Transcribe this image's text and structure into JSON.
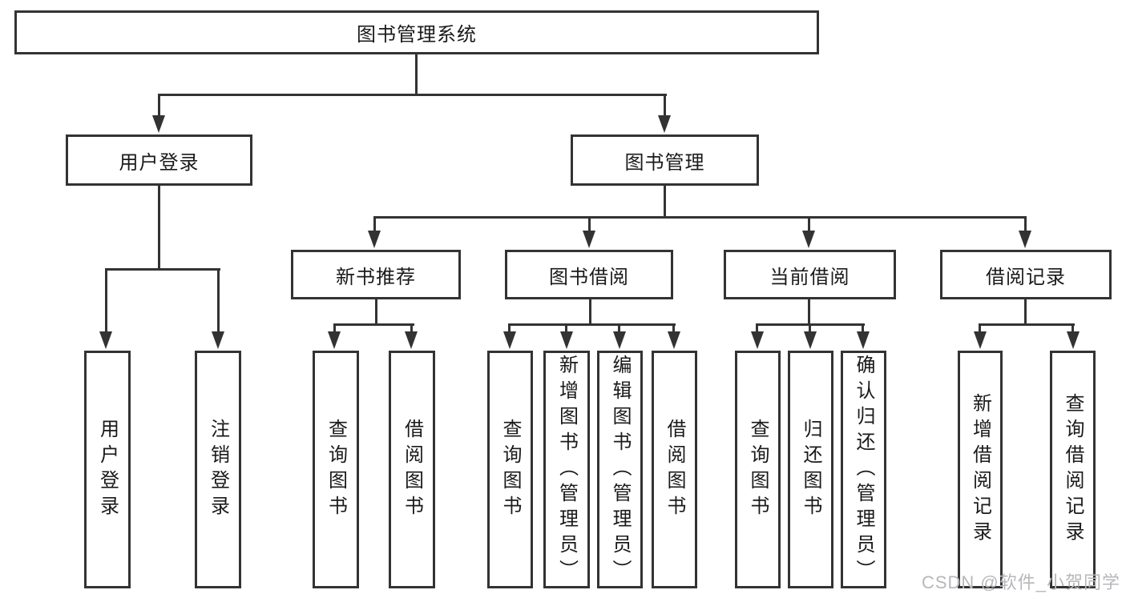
{
  "diagram": {
    "root": "图书管理系统",
    "user_login": {
      "label": "用户登录",
      "leaf1": "用户登录",
      "leaf2": "注销登录"
    },
    "book_management": {
      "label": "图书管理",
      "new_book": {
        "label": "新书推荐",
        "leaf1": "查询图书",
        "leaf2": "借阅图书"
      },
      "borrow": {
        "label": "图书借阅",
        "leaf1": "查询图书",
        "leaf2": "新增图书（管理员）",
        "leaf3": "编辑图书（管理员）",
        "leaf4": "借阅图书"
      },
      "current": {
        "label": "当前借阅",
        "leaf1": "查询图书",
        "leaf2": "归还图书",
        "leaf3": "确认归还（管理员）"
      },
      "record": {
        "label": "借阅记录",
        "leaf1": "新增借阅记录",
        "leaf2": "查询借阅记录"
      }
    },
    "watermark": "CSDN @软件_小贺同学",
    "colors": {
      "line": "#333333",
      "text": "#1a1a1a",
      "watermark": "#b8b6ba",
      "background": "#ffffff"
    }
  }
}
